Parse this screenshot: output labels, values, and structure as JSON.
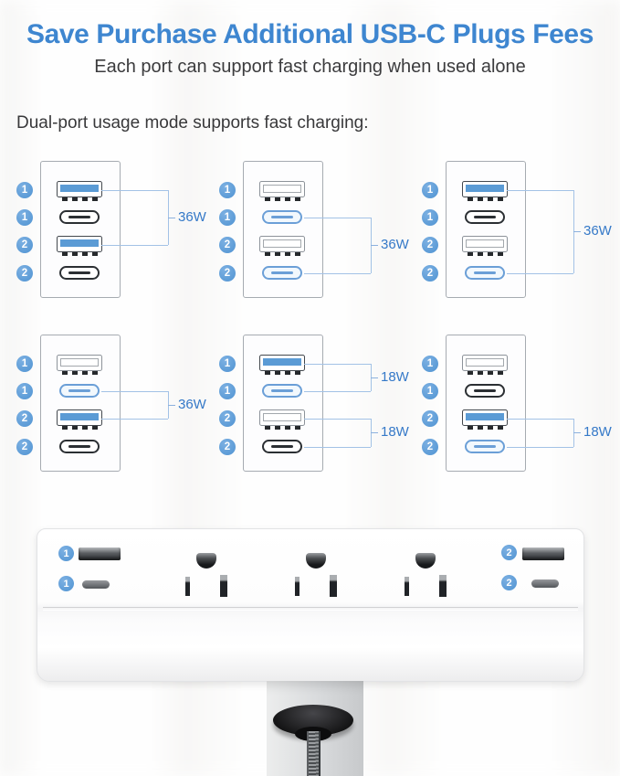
{
  "header": {
    "title": "Save Purchase Additional USB-C Plugs Fees",
    "subtitle": "Each port can support fast charging when used alone"
  },
  "section": {
    "heading": "Dual-port usage mode supports fast charging:"
  },
  "colors": {
    "accent_blue": "#3e86d0",
    "badge_blue": "#5b9bd5",
    "active_port_blue": "#6b9fd7",
    "watt_label_blue": "#3579c8",
    "connector_line_blue": "#a3c2e6",
    "body_text": "#3b3b3d"
  },
  "diagrams": [
    {
      "badges": [
        "1",
        "1",
        "2",
        "2"
      ],
      "watts": [
        "36W"
      ],
      "ports": [
        {
          "type": "USB-A",
          "active": true,
          "connected": true
        },
        {
          "type": "USB-C",
          "active": false,
          "connected": false
        },
        {
          "type": "USB-A",
          "active": true,
          "connected": true
        },
        {
          "type": "USB-C",
          "active": false,
          "connected": false
        }
      ]
    },
    {
      "badges": [
        "1",
        "1",
        "2",
        "2"
      ],
      "watts": [
        "36W"
      ],
      "ports": [
        {
          "type": "USB-A",
          "active": false,
          "connected": false
        },
        {
          "type": "USB-C",
          "active": true,
          "connected": true
        },
        {
          "type": "USB-A",
          "active": false,
          "connected": false
        },
        {
          "type": "USB-C",
          "active": true,
          "connected": true
        }
      ]
    },
    {
      "badges": [
        "1",
        "1",
        "2",
        "2"
      ],
      "watts": [
        "36W"
      ],
      "ports": [
        {
          "type": "USB-A",
          "active": true,
          "connected": true
        },
        {
          "type": "USB-C",
          "active": false,
          "connected": false
        },
        {
          "type": "USB-A",
          "active": false,
          "connected": false
        },
        {
          "type": "USB-C",
          "active": true,
          "connected": true
        }
      ]
    },
    {
      "badges": [
        "1",
        "1",
        "2",
        "2"
      ],
      "watts": [
        "36W"
      ],
      "ports": [
        {
          "type": "USB-A",
          "active": false,
          "connected": false
        },
        {
          "type": "USB-C",
          "active": true,
          "connected": true
        },
        {
          "type": "USB-A",
          "active": true,
          "connected": true
        },
        {
          "type": "USB-C",
          "active": false,
          "connected": false
        }
      ]
    },
    {
      "badges": [
        "1",
        "1",
        "2",
        "2"
      ],
      "watts": [
        "18W",
        "18W"
      ],
      "ports": [
        {
          "type": "USB-A",
          "active": true,
          "connected": true
        },
        {
          "type": "USB-C",
          "active": true,
          "connected": true
        },
        {
          "type": "USB-A",
          "active": false,
          "connected": true
        },
        {
          "type": "USB-C",
          "active": false,
          "connected": true
        }
      ]
    },
    {
      "badges": [
        "1",
        "1",
        "2",
        "2"
      ],
      "watts": [
        "18W"
      ],
      "ports": [
        {
          "type": "USB-A",
          "active": false,
          "connected": false
        },
        {
          "type": "USB-C",
          "active": false,
          "connected": false
        },
        {
          "type": "USB-A",
          "active": true,
          "connected": true
        },
        {
          "type": "USB-C",
          "active": true,
          "connected": true
        }
      ]
    }
  ],
  "product": {
    "left_usb": {
      "badges": [
        "1",
        "1"
      ],
      "ports": [
        "USB-A",
        "USB-C"
      ]
    },
    "right_usb": {
      "badges": [
        "2",
        "2"
      ],
      "ports": [
        "USB-A",
        "USB-C"
      ]
    },
    "ac_outlets": 3
  }
}
